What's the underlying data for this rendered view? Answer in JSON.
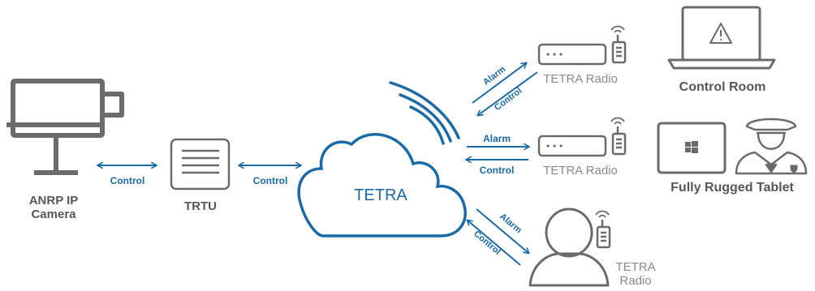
{
  "colors": {
    "device_gray": "#6b6b6b",
    "link_blue": "#1a6aa8",
    "label_gray": "#575757",
    "caption_gray": "#8a8a8a"
  },
  "nodes": {
    "camera": {
      "line1": "ANRP IP",
      "line2": "Camera",
      "icon": "monitor-camera-icon"
    },
    "trtu": {
      "label": "TRTU",
      "icon": "rack-unit-icon"
    },
    "cloud": {
      "label": "TETRA",
      "icon": "cloud-signal-icon"
    },
    "radio_top": {
      "label": "TETRA Radio",
      "icon": "radio-unit-icon"
    },
    "radio_mid": {
      "label": "TETRA Radio",
      "icon": "radio-unit-icon"
    },
    "radio_person": {
      "line1": "TETRA",
      "line2": "Radio",
      "icon": "handheld-radio-icon"
    },
    "control_room": {
      "label": "Control Room",
      "icon": "laptop-warning-icon"
    },
    "tablet": {
      "label": "Fully Rugged Tablet",
      "icon": "tablet-officer-icon"
    }
  },
  "links": {
    "camera_trtu": {
      "label": "Control"
    },
    "trtu_cloud": {
      "label": "Control"
    },
    "cloud_top": {
      "alarm": "Alarm",
      "control": "Control"
    },
    "cloud_mid": {
      "alarm": "Alarm",
      "control": "Control"
    },
    "cloud_person": {
      "alarm": "Alarm",
      "control": "Control"
    }
  }
}
